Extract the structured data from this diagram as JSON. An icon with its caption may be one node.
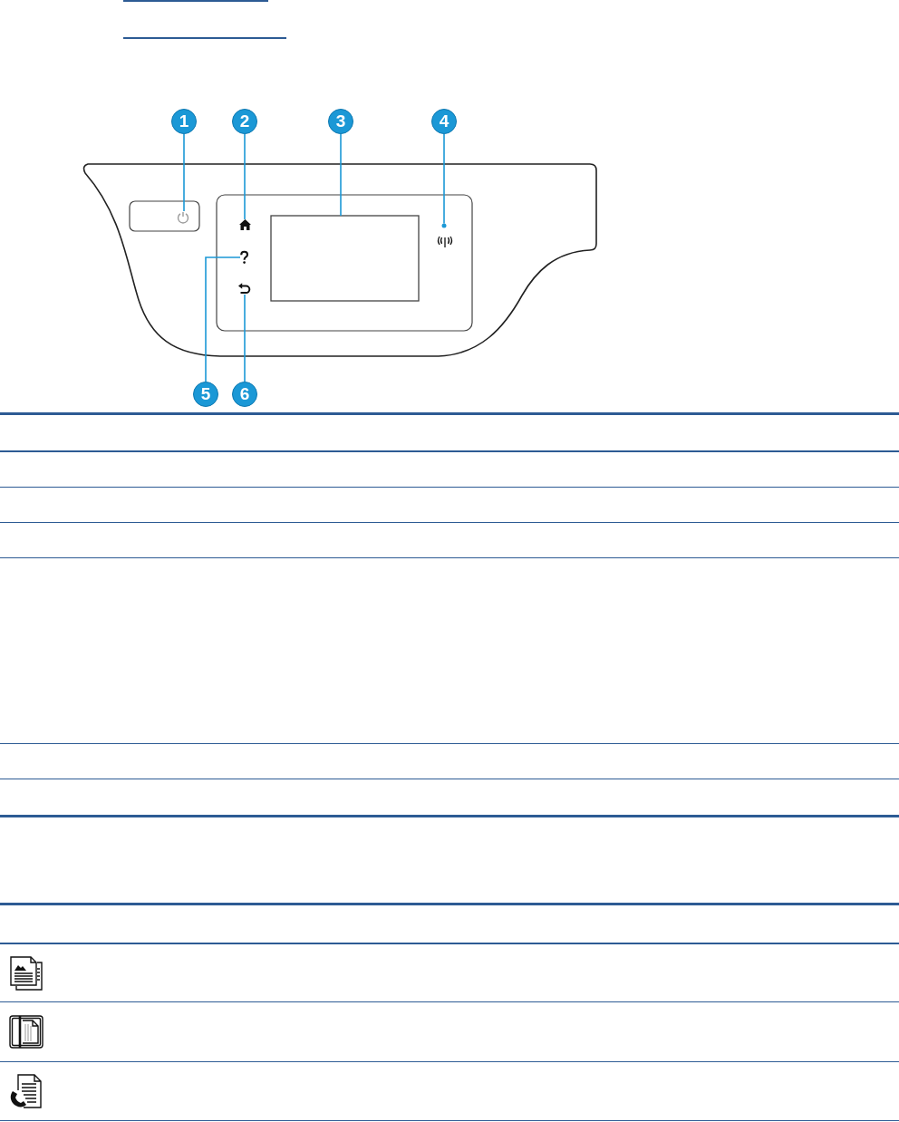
{
  "diagram": {
    "nodes": [
      {
        "text": [
          "1"
        ]
      },
      {
        "text": [
          "2"
        ]
      },
      {
        "text": [
          "3"
        ]
      },
      {
        "text": [
          "4"
        ]
      },
      {
        "text": [
          "5"
        ]
      },
      {
        "text": [
          "6"
        ]
      },
      {
        "text": [],
        "shape": "picture"
      },
      {
        "text": [],
        "shape": "picture"
      },
      {
        "text": [],
        "shape": "box"
      },
      {
        "text": [],
        "shape": "circle"
      },
      {
        "text": [],
        "shape": "picture"
      },
      {
        "text": [],
        "shape": "picture"
      }
    ],
    "edges": [
      {
        "from": 0,
        "to": 6,
        "arrow": "none"
      },
      {
        "from": 1,
        "to": 7,
        "arrow": "none"
      },
      {
        "from": 2,
        "to": 8,
        "arrow": "none"
      },
      {
        "from": 3,
        "to": 9,
        "arrow": "none"
      },
      {
        "from": 4,
        "to": 10,
        "arrow": "none"
      },
      {
        "from": 5,
        "to": 11,
        "arrow": "none"
      }
    ]
  }
}
